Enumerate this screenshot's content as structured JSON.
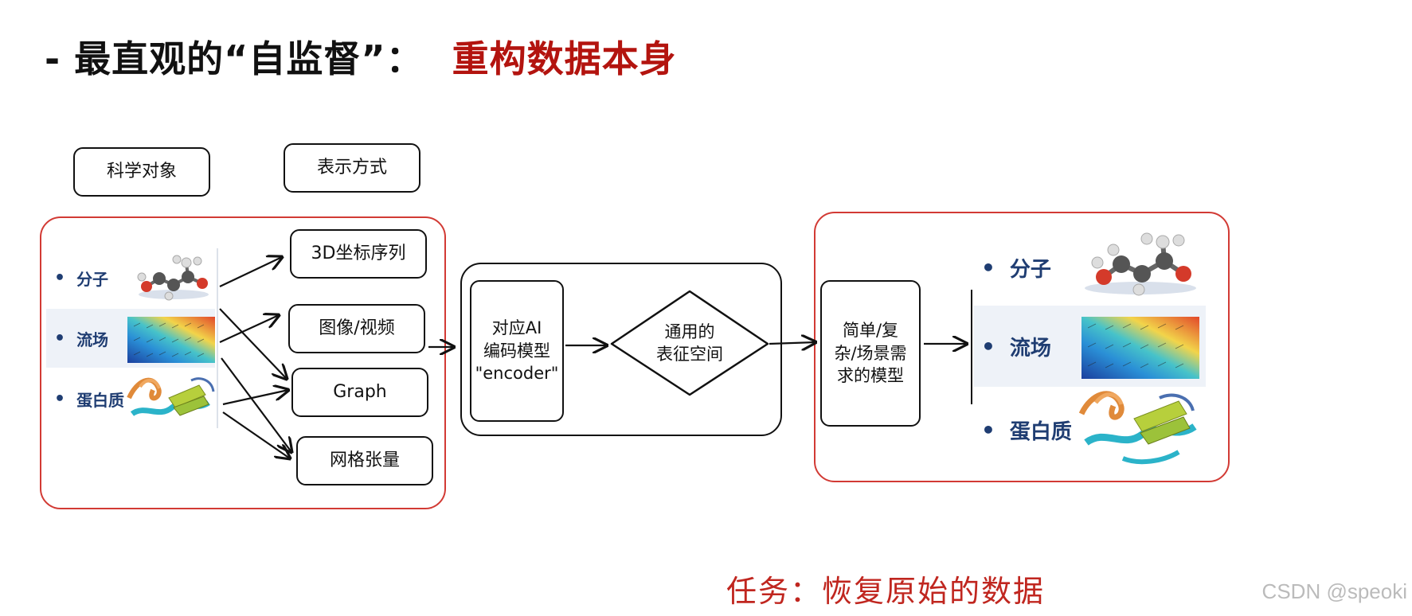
{
  "title": {
    "prefix": "- 最直观的“自监督”：",
    "highlight": "重构数据本身"
  },
  "headers": {
    "objects": "科学对象",
    "representations": "表示方式"
  },
  "objects": [
    {
      "label": "分子",
      "image": "molecule-icon"
    },
    {
      "label": "流场",
      "image": "flow-field-heatmap-icon"
    },
    {
      "label": "蛋白质",
      "image": "protein-ribbon-icon"
    }
  ],
  "representations": [
    "3D坐标序列",
    "图像/视频",
    "Graph",
    "网格张量"
  ],
  "encoder": {
    "line1": "对应AI",
    "line2": "编码模型",
    "line3": "\"encoder\""
  },
  "latent": {
    "line1": "通用的",
    "line2": "表征空间"
  },
  "decoder": {
    "line1": "简单/复",
    "line2": "杂/场景需",
    "line3": "求的模型"
  },
  "outputs": [
    {
      "label": "分子",
      "image": "molecule-icon"
    },
    {
      "label": "流场",
      "image": "flow-field-heatmap-icon"
    },
    {
      "label": "蛋白质",
      "image": "protein-ribbon-icon"
    }
  ],
  "task": "任务：恢复原始的数据",
  "watermark": "CSDN @speoki",
  "colors": {
    "title_highlight": "#b3140f",
    "frame_red": "#d23a34",
    "task_red": "#c0261f",
    "label_blue": "#1f3d72"
  }
}
